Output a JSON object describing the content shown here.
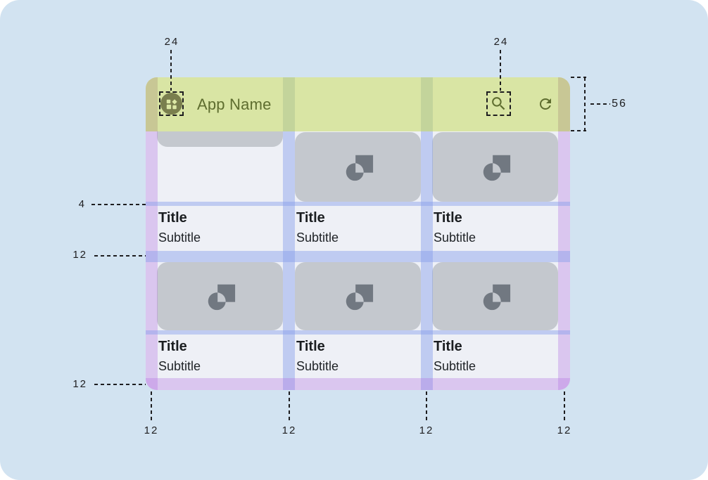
{
  "appbar": {
    "title": "App Name",
    "logo_icon": "apps-logo-icon",
    "search_icon": "search-icon",
    "refresh_icon": "refresh-icon"
  },
  "cards": [
    {
      "title": "Title",
      "subtitle": "Subtitle"
    },
    {
      "title": "Title",
      "subtitle": "Subtitle"
    },
    {
      "title": "Title",
      "subtitle": "Subtitle"
    },
    {
      "title": "Title",
      "subtitle": "Subtitle"
    },
    {
      "title": "Title",
      "subtitle": "Subtitle"
    },
    {
      "title": "Title",
      "subtitle": "Subtitle"
    }
  ],
  "annotations": {
    "logo_size": "24",
    "search_size": "24",
    "appbar_height": "56",
    "image_text_gap": "4",
    "row_gap": "12",
    "bottom_margin": "12",
    "bottom_spacings": [
      "12",
      "12",
      "12",
      "12"
    ]
  },
  "colors": {
    "page_background": "#d2e3f1",
    "appbar": "#d9e5a4",
    "appbar_content": "#5e6d2f",
    "card_body": "#eef0f6",
    "image_placeholder": "#c4c8ce",
    "placeholder_icon": "#717881",
    "margin_overlay_purple": "rgba(176,108,224,0.32)",
    "gutter_overlay_blue": "rgba(134,158,235,0.45)",
    "margin_over_appbar": "#c8c795",
    "gutter_over_appbar": "#c3d49b",
    "annotation": "#1e1e20"
  }
}
